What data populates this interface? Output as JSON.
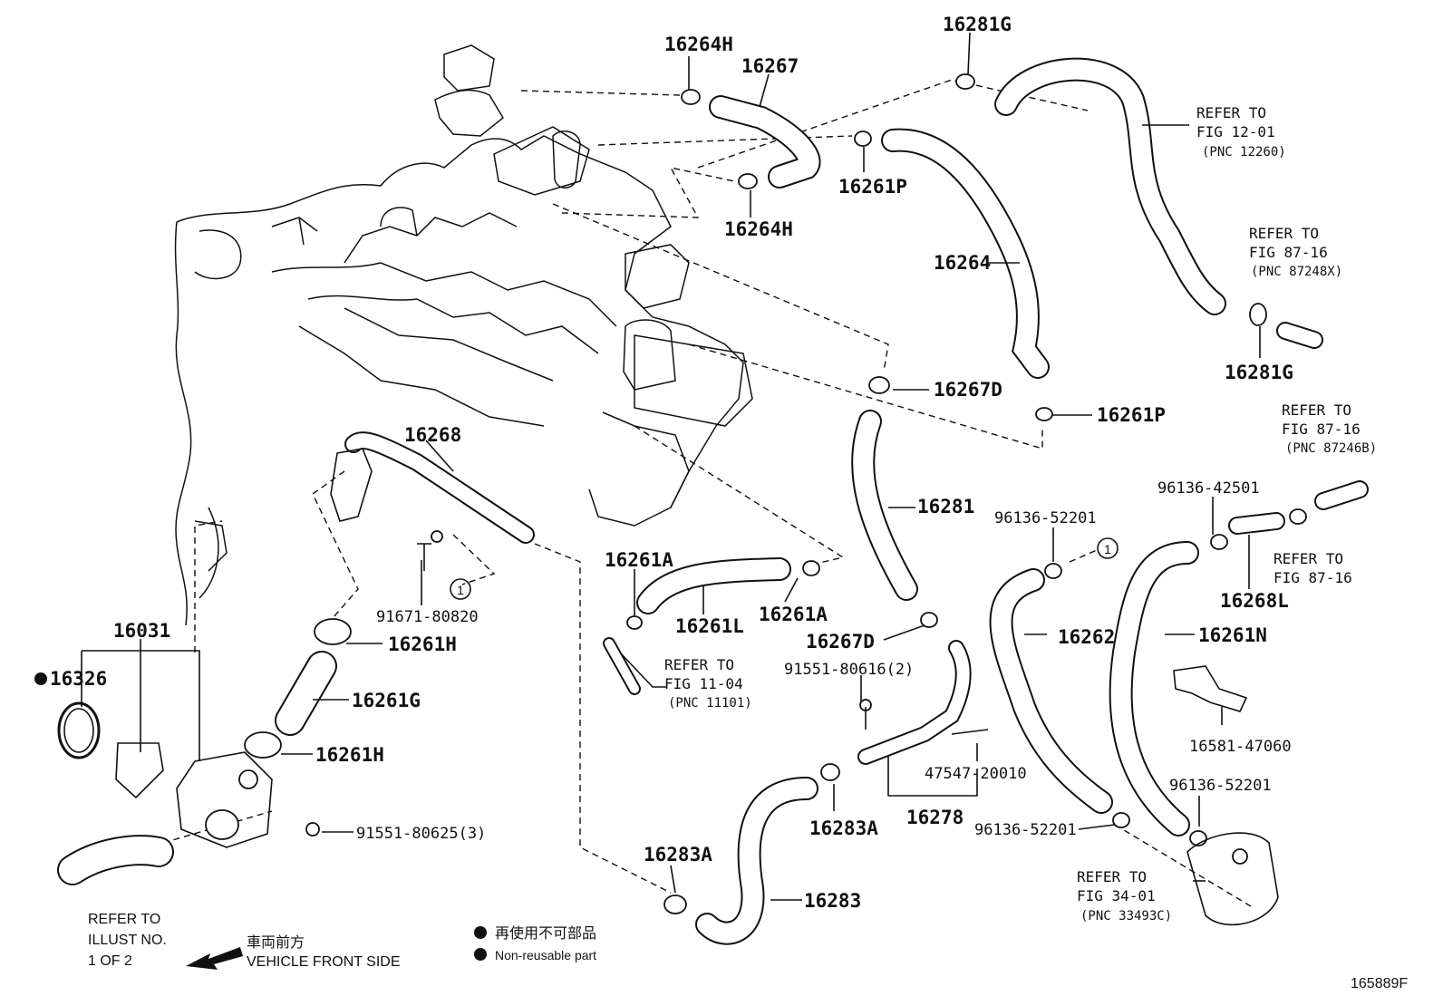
{
  "labels": {
    "p16264H_top": "16264H",
    "p16267": "16267",
    "p16281G_top": "16281G",
    "p16261P_top": "16261P",
    "p16264H_bot": "16264H",
    "p16264": "16264",
    "p16281G_right": "16281G",
    "p16267D_top": "16267D",
    "p16261P_right": "16261P",
    "p16268": "16268",
    "p16281": "16281",
    "p96136_52201_a": "96136-52201",
    "p96136_42501": "96136-42501",
    "p16261A_left": "16261A",
    "p16261A_right": "16261A",
    "p16261L": "16261L",
    "p16268L": "16268L",
    "p16031": "16031",
    "p16326": "16326",
    "p91671_80820": "91671-80820",
    "p16261H_top": "16261H",
    "p16267D_bot": "16267D",
    "p16262": "16262",
    "p16261N": "16261N",
    "p91551_80616": "91551-80616(2)",
    "p16261G": "16261G",
    "p16261H_bot": "16261H",
    "p16581_47060": "16581-47060",
    "p47547_20010": "47547-20010",
    "p96136_52201_b": "96136-52201",
    "p16283A_mid": "16283A",
    "p16278": "16278",
    "p96136_52201_c": "96136-52201",
    "p91551_80625": "91551-80625(3)",
    "p16283A_left": "16283A",
    "p16283": "16283"
  },
  "refs": {
    "r1": [
      "REFER TO",
      "FIG 12-01",
      "(PNC 12260)"
    ],
    "r2": [
      "REFER TO",
      "FIG 87-16",
      "(PNC 87248X)"
    ],
    "r3": [
      "REFER TO",
      "FIG 87-16",
      "(PNC 87246B)"
    ],
    "r4": [
      "REFER TO",
      "FIG 87-16"
    ],
    "r5": [
      "REFER TO",
      "FIG 11-04",
      "(PNC 11101)"
    ],
    "r6": [
      "REFER TO",
      "FIG 34-01",
      "(PNC 33493C)"
    ],
    "r7": [
      "REFER TO",
      "ILLUST NO.",
      "1 OF 2"
    ]
  },
  "circle_marker": "1",
  "direction": {
    "jp": "車両前方",
    "en": "VEHICLE FRONT SIDE"
  },
  "legend": {
    "jp": "再使用不可部品",
    "en": "Non-reusable part"
  },
  "diagram_id": "165889F"
}
